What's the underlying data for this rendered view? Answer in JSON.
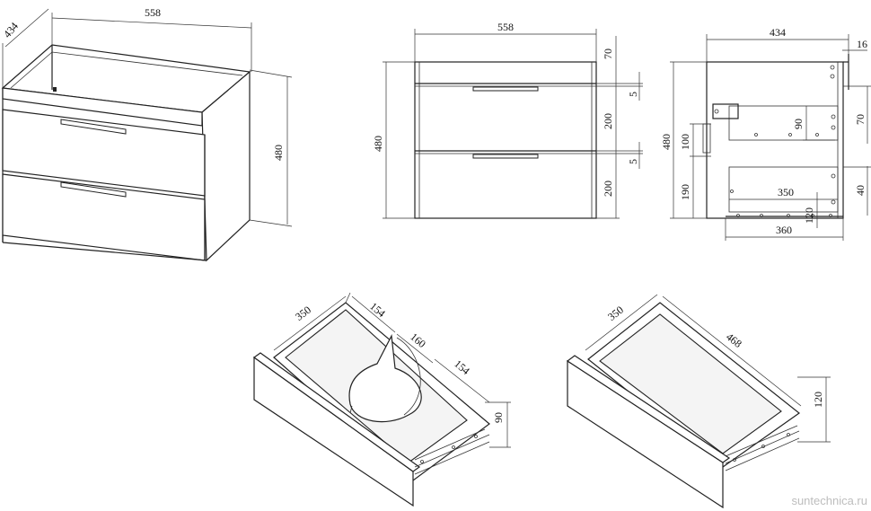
{
  "views": {
    "cabinet_iso": {
      "width": "558",
      "depth": "434",
      "height": "480"
    },
    "front": {
      "width": "558",
      "top_gap": "70",
      "h_drawer1": "200",
      "h_drawer2": "200",
      "gap1": "5",
      "gap2": "5",
      "height": "480"
    },
    "side": {
      "depth": "434",
      "back": "16",
      "height": "480",
      "d70": "70",
      "d90": "90",
      "d100": "100",
      "d190": "190",
      "d350": "350",
      "d40": "40",
      "d120": "120",
      "d360": "360"
    },
    "drawer_cutout": {
      "d350": "350",
      "d154a": "154",
      "d160": "160",
      "d154b": "154",
      "d90": "90"
    },
    "drawer_plain": {
      "d350": "350",
      "d468": "468",
      "d120": "120"
    }
  },
  "watermark": "suntechnica.ru"
}
